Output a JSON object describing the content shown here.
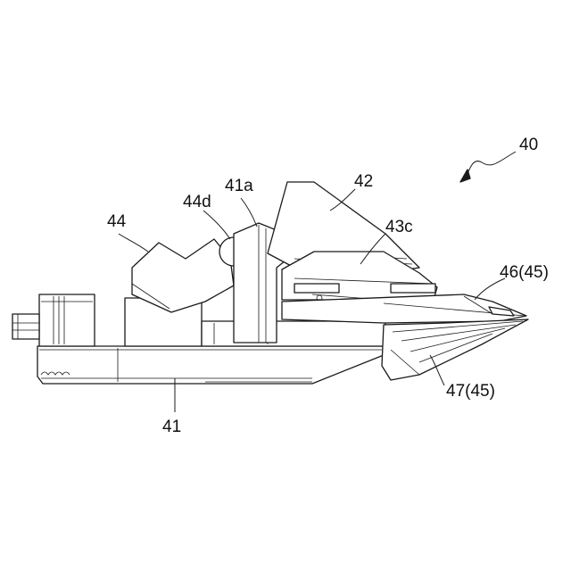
{
  "labels": {
    "assembly": "40",
    "cover": "42",
    "cover_edge": "43c",
    "guide_arm": "44",
    "guide_arm_face": "44d",
    "base_post": "41a",
    "base": "41",
    "upper_blade": "46(45)",
    "lower_blade": "47(45)"
  }
}
